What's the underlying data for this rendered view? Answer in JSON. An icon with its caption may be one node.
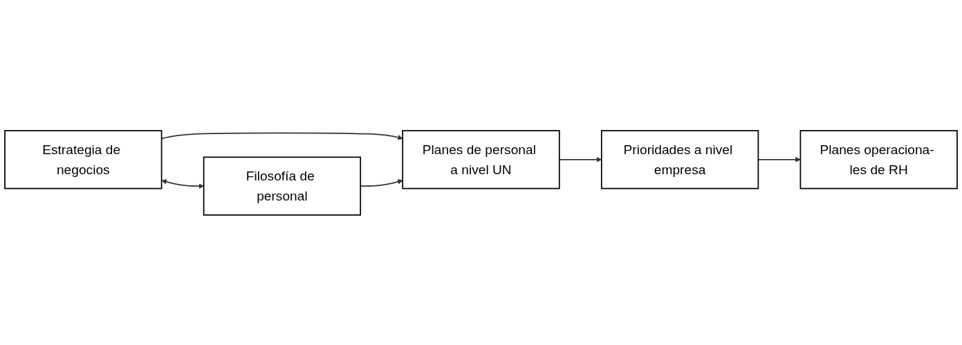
{
  "diagram": {
    "nodes": [
      {
        "text": [
          "Estrategia de negocios"
        ]
      },
      {
        "text": [
          "Filosofía de personal"
        ]
      },
      {
        "text": [
          "Planes de personal a nivel UN"
        ]
      },
      {
        "text": [
          "Prioridades a nivel empresa"
        ]
      },
      {
        "text": [
          "Planes operaciona- les de RH"
        ]
      }
    ],
    "edges": [
      {
        "from": 0,
        "to": 1,
        "arrow": "both"
      },
      {
        "from": 0,
        "to": 2,
        "arrow": "to"
      },
      {
        "from": 1,
        "to": 2,
        "arrow": "to"
      },
      {
        "from": 2,
        "to": 3,
        "arrow": "to"
      },
      {
        "from": 3,
        "to": 4,
        "arrow": "to"
      }
    ]
  }
}
